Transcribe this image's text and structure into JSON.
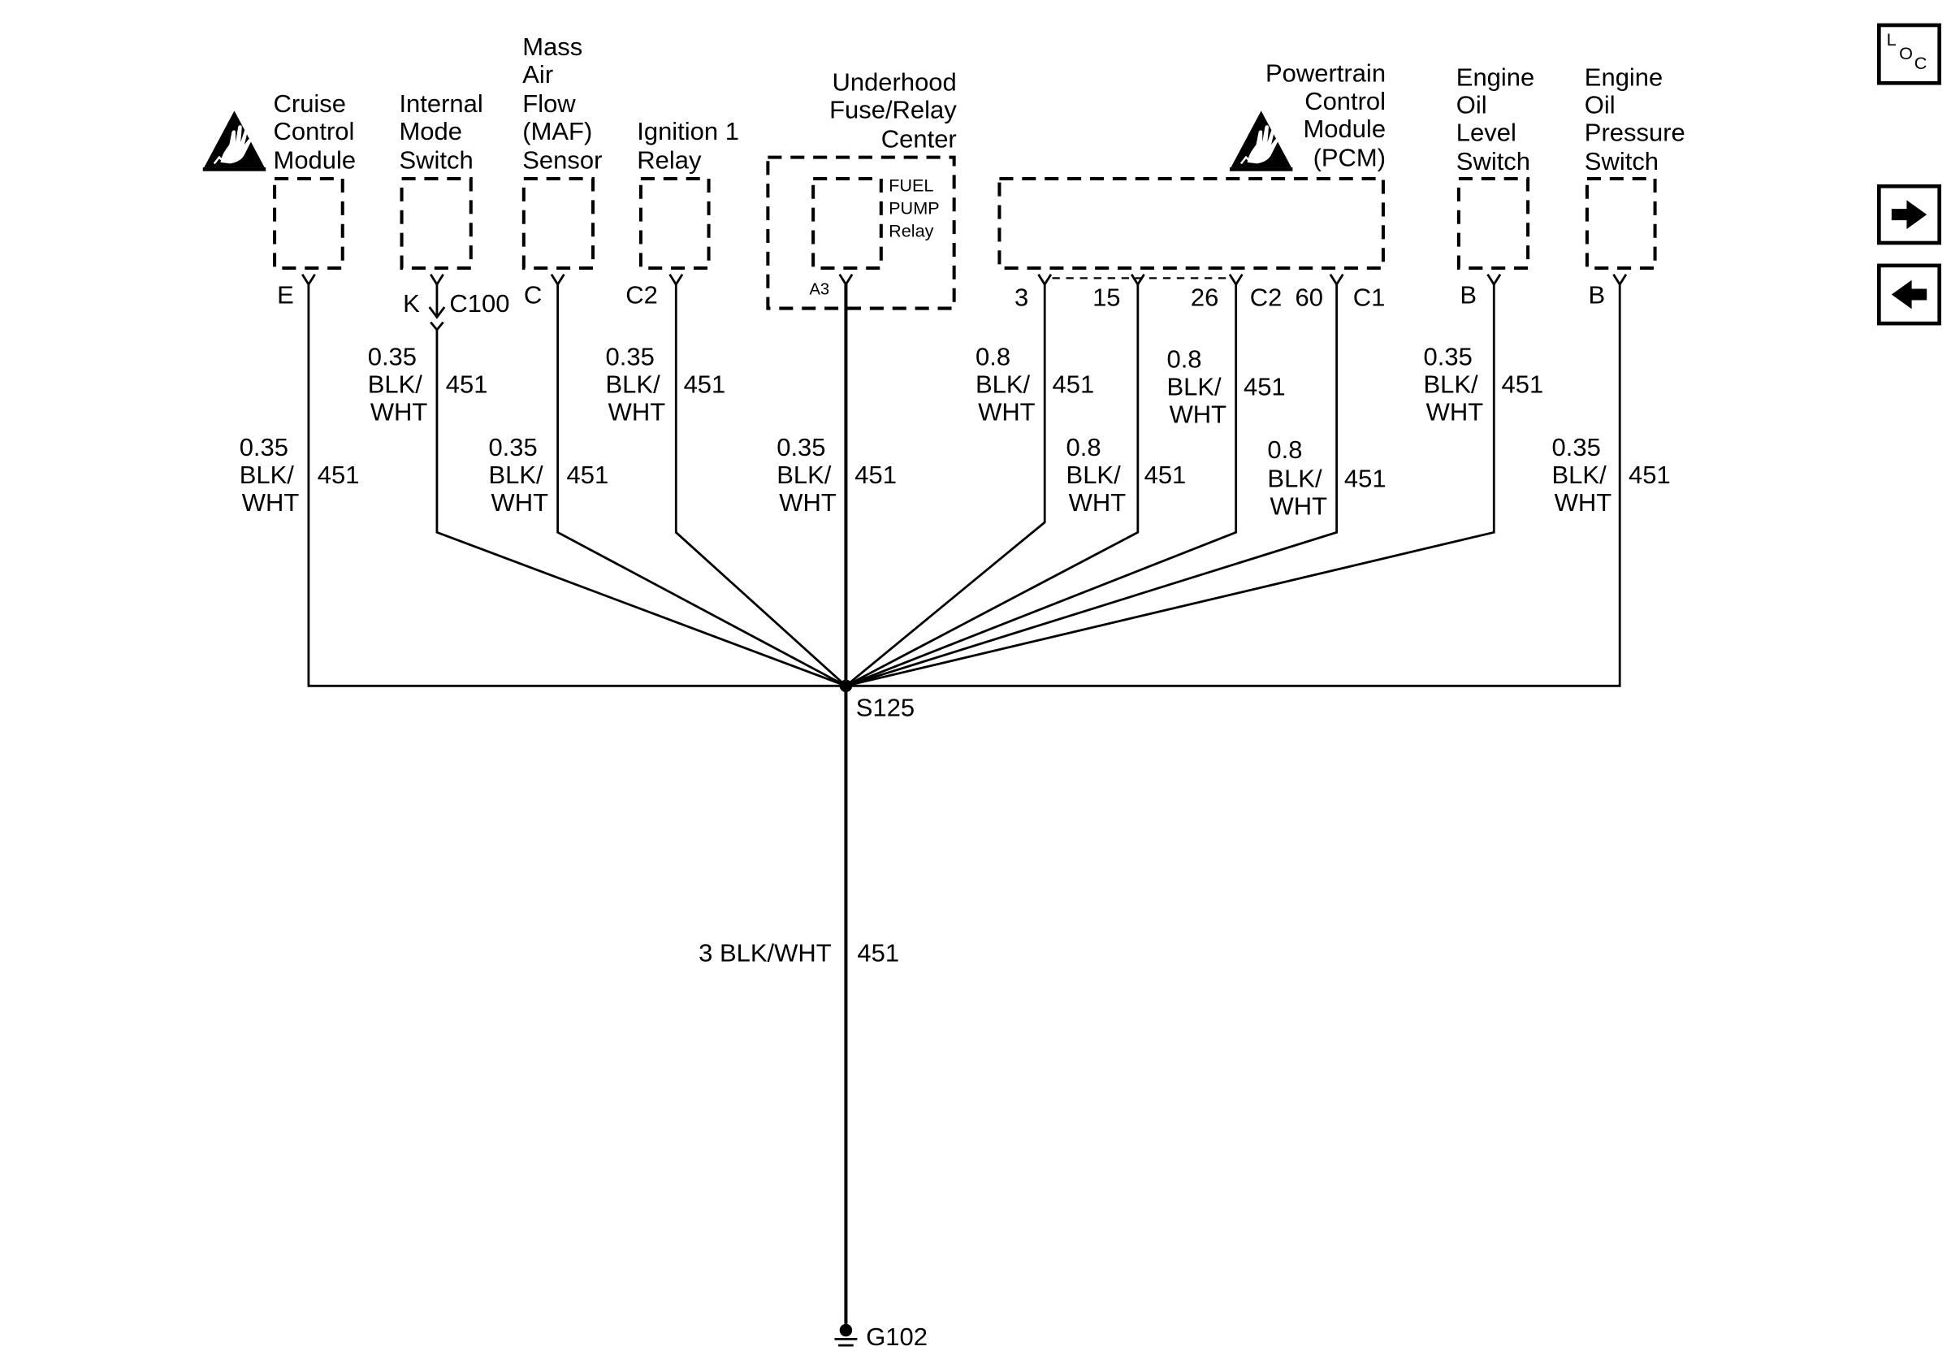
{
  "colors": {
    "line": "#000000",
    "background": "#ffffff"
  },
  "icons": {
    "esd": "esd-sensitive-icon",
    "next": "right-arrow-icon",
    "prev": "left-arrow-icon"
  },
  "nav": {
    "loc": [
      "L",
      "O",
      "C"
    ]
  },
  "components": {
    "cruise": {
      "label": [
        "Cruise",
        "Control",
        "Module"
      ],
      "pin": "E"
    },
    "internal_mode": {
      "label": [
        "Internal",
        "Mode",
        "Switch"
      ],
      "pin": "K",
      "connector": "C100"
    },
    "maf": {
      "label": [
        "Mass",
        "Air",
        "Flow",
        "(MAF)",
        "Sensor"
      ],
      "pin": "C"
    },
    "ignition": {
      "label": [
        "Ignition 1",
        "Relay"
      ],
      "pin": "C2"
    },
    "fuse_center": {
      "label": [
        "Underhood",
        "Fuse/Relay",
        "Center"
      ],
      "relay": [
        "FUEL",
        "PUMP",
        "Relay"
      ],
      "pin": "A3"
    },
    "pcm": {
      "label": [
        "Powertrain",
        "Control",
        "Module",
        "(PCM)"
      ],
      "pins": [
        "3",
        "15",
        "26",
        "60"
      ],
      "connectors": [
        "C2",
        "C1"
      ]
    },
    "oil_level": {
      "label": [
        "Engine",
        "Oil",
        "Level",
        "Switch"
      ],
      "pin": "B"
    },
    "oil_pressure": {
      "label": [
        "Engine",
        "Oil",
        "Pressure",
        "Switch"
      ],
      "pin": "B"
    }
  },
  "wires": {
    "cruise": {
      "size": "0.35",
      "color": [
        "BLK/",
        "WHT"
      ],
      "circuit": "451"
    },
    "internal_mode": {
      "size": "0.35",
      "color": [
        "BLK/",
        "WHT"
      ],
      "circuit": "451"
    },
    "maf": {
      "size": "0.35",
      "color": [
        "BLK/",
        "WHT"
      ],
      "circuit": "451"
    },
    "ignition": {
      "size": "0.35",
      "color": [
        "BLK/",
        "WHT"
      ],
      "circuit": "451"
    },
    "fuse_center": {
      "size": "0.35",
      "color": [
        "BLK/",
        "WHT"
      ],
      "circuit": "451"
    },
    "pcm_3": {
      "size": "0.8",
      "color": [
        "BLK/",
        "WHT"
      ],
      "circuit": "451"
    },
    "pcm_15": {
      "size": "0.8",
      "color": [
        "BLK/",
        "WHT"
      ],
      "circuit": "451"
    },
    "pcm_26": {
      "size": "0.8",
      "color": [
        "BLK/",
        "WHT"
      ],
      "circuit": "451"
    },
    "pcm_60": {
      "size": "0.8",
      "color": [
        "BLK/",
        "WHT"
      ],
      "circuit": "451"
    },
    "oil_level": {
      "size": "0.35",
      "color": [
        "BLK/",
        "WHT"
      ],
      "circuit": "451"
    },
    "oil_pressure": {
      "size": "0.35",
      "color": [
        "BLK/",
        "WHT"
      ],
      "circuit": "451"
    }
  },
  "splice": "S125",
  "ground_wire": {
    "label": "3 BLK/WHT",
    "circuit": "451"
  },
  "ground": "G102"
}
